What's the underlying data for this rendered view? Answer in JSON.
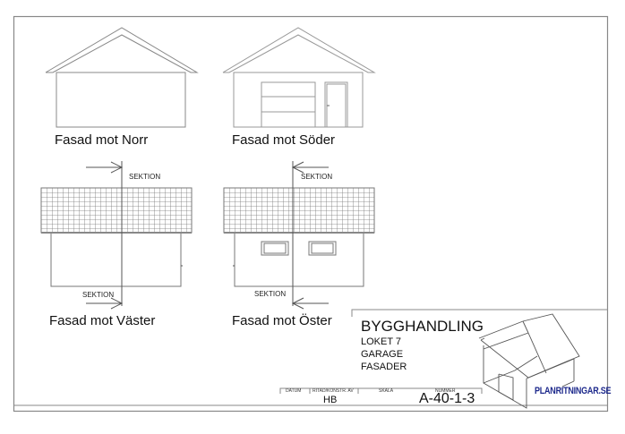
{
  "drawing": {
    "facades": [
      {
        "id": "norr",
        "caption": "Fasad mot Norr"
      },
      {
        "id": "soder",
        "caption": "Fasad mot Söder"
      },
      {
        "id": "vaster",
        "caption": "Fasad mot Väster",
        "section_top": "SEKTION",
        "section_bottom": "SEKTION"
      },
      {
        "id": "oster",
        "caption": "Fasad mot Öster",
        "section_top": "SEKTION",
        "section_bottom": "SEKTION"
      }
    ]
  },
  "title_block": {
    "status": "BYGGHANDLING",
    "lines": [
      "LOKET 7",
      "GARAGE",
      "FASADER"
    ],
    "headers": {
      "datum": "DATUM",
      "ritad": "RITAD/KONSTR. AV",
      "skala": "SKALA",
      "nummer": "NUMMER"
    },
    "values": {
      "datum": "",
      "ritad": "HB",
      "skala": "",
      "nummer": "A-40-1-3"
    },
    "brand": "PLANRITNINGAR.SE"
  },
  "colors": {
    "line": "#888888",
    "dark_line": "#555555",
    "brand": "#1e2a8c"
  }
}
